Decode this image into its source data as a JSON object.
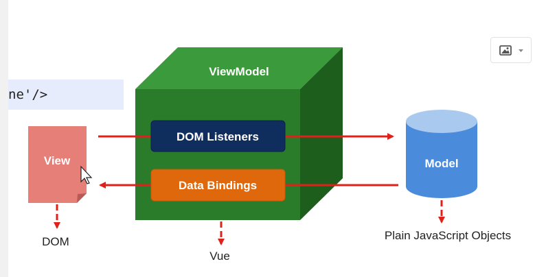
{
  "code_snippet": "ne'/>",
  "view": {
    "label": "View",
    "output_label": "DOM"
  },
  "viewmodel": {
    "title": "ViewModel",
    "dom_listeners_label": "DOM Listeners",
    "data_bindings_label": "Data Bindings",
    "output_label": "Vue"
  },
  "model": {
    "label": "Model",
    "output_label": "Plain JavaScript Objects"
  },
  "toolbar": {
    "image_button_icon": "image-icon",
    "dropdown_icon": "chevron-down-icon"
  },
  "colors": {
    "view": "#e57f78",
    "cube_front": "#2a7c2a",
    "cube_top": "#3b9a3b",
    "cube_side": "#1d5e1d",
    "dom_listeners": "#0f2e5e",
    "data_bindings": "#e0680c",
    "model_body": "#4a8bdb",
    "model_top": "#a9c9ee",
    "arrow": "#e0201a"
  }
}
